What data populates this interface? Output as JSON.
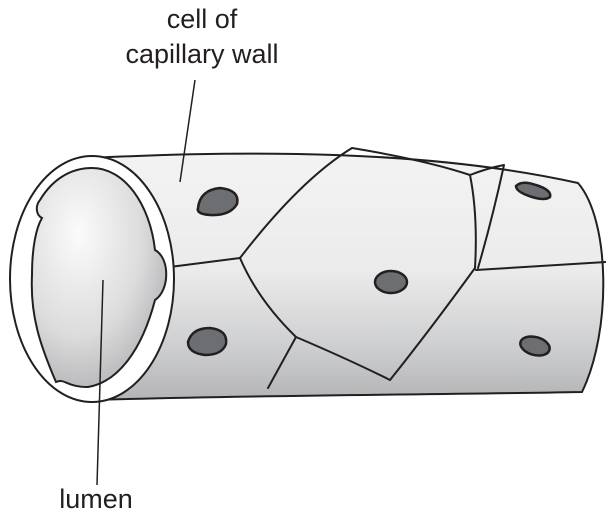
{
  "labels": {
    "cell_line1": "cell of",
    "cell_line2": "capillary wall",
    "lumen": "lumen"
  },
  "colors": {
    "outline": "#231f20",
    "nucleus": "#6d6e71",
    "tube_light": "#f4f4f5",
    "tube_shade": "#b9babc",
    "lumen_light": "#fbfbfb",
    "lumen_shade": "#a9aaac"
  }
}
